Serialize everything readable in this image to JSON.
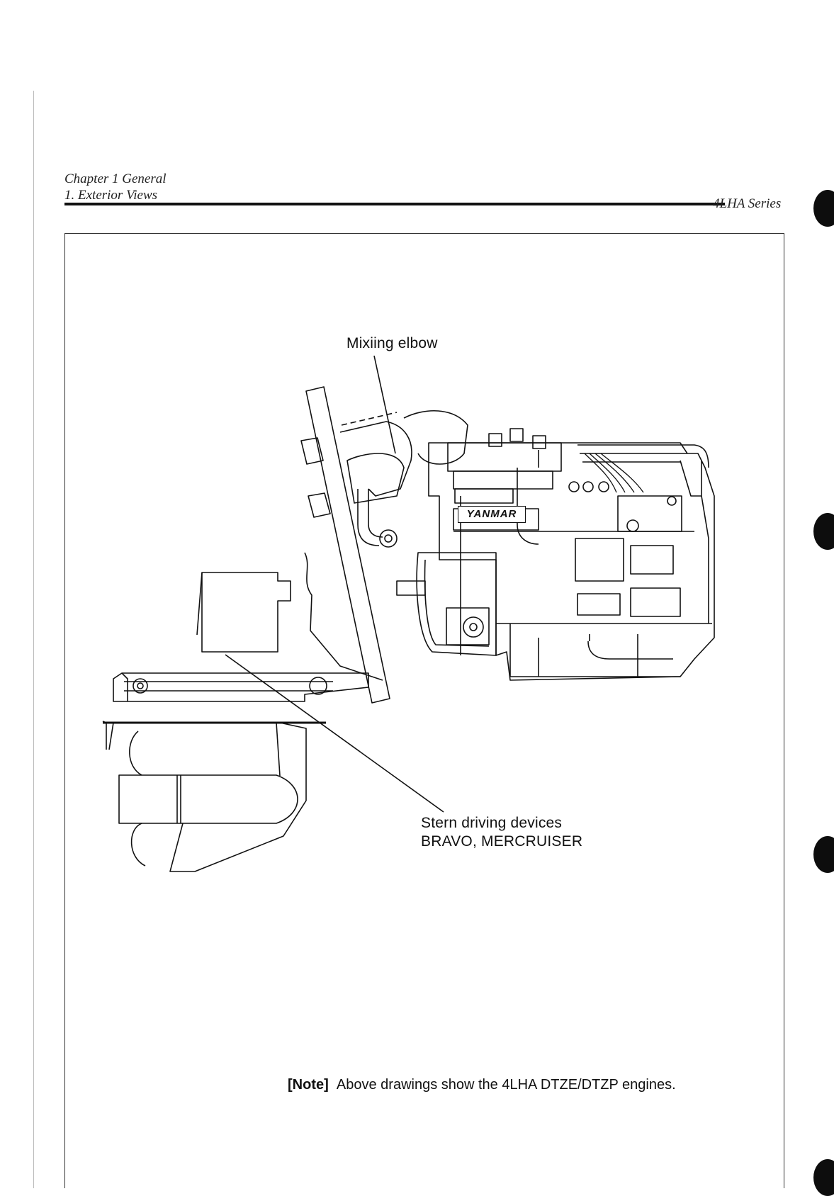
{
  "header": {
    "chapter": "Chapter 1 General",
    "section": "1. Exterior Views",
    "series": "4LHA Series"
  },
  "figure": {
    "label_mixing_elbow": "Mixiing elbow",
    "label_stern_line1": "Stern driving devices",
    "label_stern_line2": "BRAVO, MERCRUISER",
    "brand_plate": "YANMAR"
  },
  "note": {
    "tag": "[Note]",
    "text": "Above drawings show the 4LHA DTZE/DTZP engines."
  }
}
